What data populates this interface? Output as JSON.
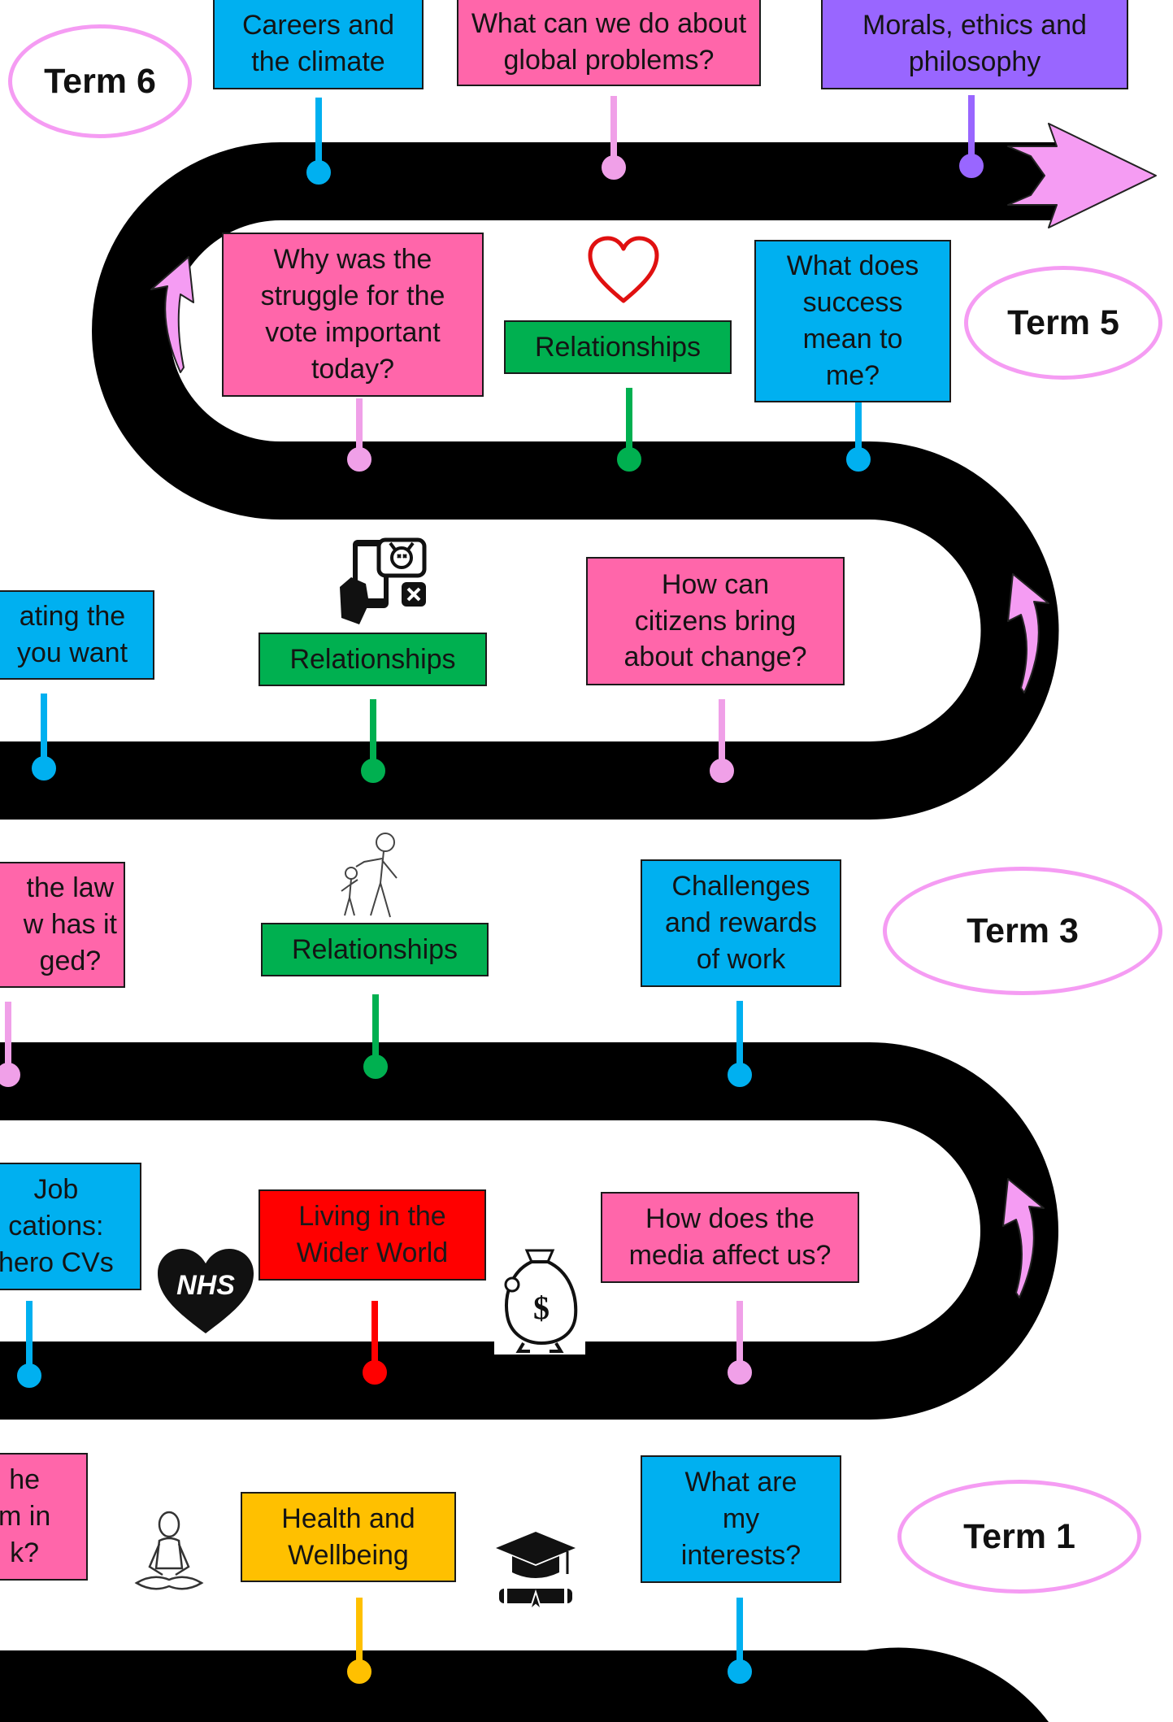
{
  "terms": {
    "term6": "Term 6",
    "term5": "Term 5",
    "term3": "Term 3",
    "term1": "Term 1"
  },
  "boxes": {
    "careers_climate": "Careers and\nthe climate",
    "global_problems": "What can we do about\nglobal problems?",
    "morals_ethics": "Morals, ethics and\nphilosophy",
    "struggle_vote": "Why was the\nstruggle for the\nvote important\ntoday?",
    "relationships_heart": "Relationships",
    "success_mean": "What does\nsuccess\nmean to\nme?",
    "creating_future": "ating the\nyou want",
    "relationships_phone": "Relationships",
    "citizens_change": "How can\ncitizens bring\nabout change?",
    "law_changed": "the law\nw has it\nged?",
    "relationships_people": "Relationships",
    "challenges_work": "Challenges\nand rewards\nof work",
    "job_applications": "Job\ncations:\nhero CVs",
    "living_wider_world": "Living in the\nWider World",
    "media_affect": "How does the\nmedia affect us?",
    "partial_bottom_left": "he\nm in\nk?",
    "health_wellbeing": "Health and\nWellbeing",
    "interests": "What are\nmy\ninterests?"
  },
  "icons": {
    "heart": "heart-outline-icon",
    "phone": "cyberbullying-phone-icon",
    "people": "adult-child-sketch-icon",
    "nhs": "nhs-heart-icon",
    "nhs_label": "NHS",
    "money": "money-bag-icon",
    "money_symbol": "$",
    "meditation": "meditating-person-icon",
    "graduation": "graduation-cap-icon"
  },
  "colors": {
    "road": "#000000",
    "blue": "#00b0f0",
    "pink": "#ff66aa",
    "purple": "#9966ff",
    "green": "#00b050",
    "red": "#ff0000",
    "yellow": "#ffc000",
    "term_ring": "#f59cf3",
    "arrow": "#f59cf3",
    "pink_pin": "#f0a0e8"
  }
}
